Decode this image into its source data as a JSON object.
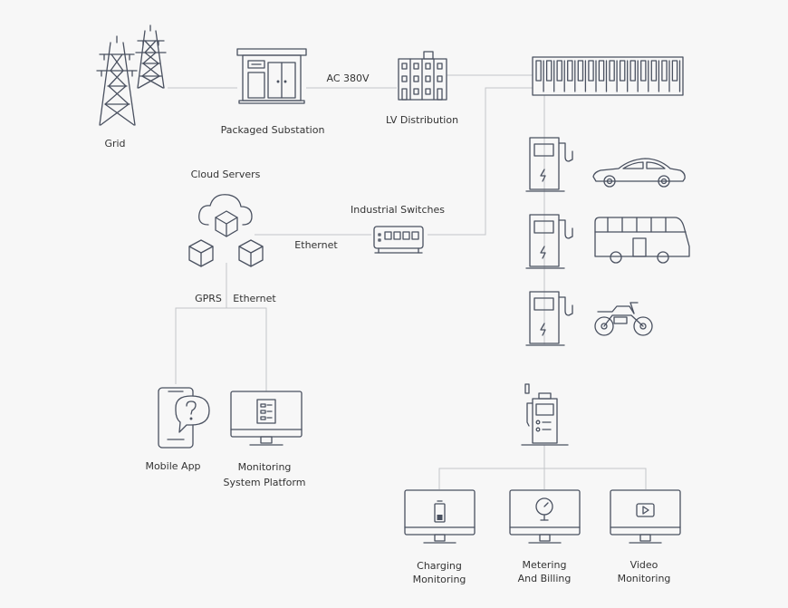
{
  "labels": {
    "grid": "Grid",
    "packaged_substation": "Packaged Substation",
    "ac_380v": "AC 380V",
    "lv_distribution": "LV Distribution",
    "cloud_servers": "Cloud Servers",
    "industrial_switches": "Industrial Switches",
    "ethernet_switch": "Ethernet",
    "gprs": "GPRS",
    "ethernet_platform": "Ethernet",
    "mobile_app": "Mobile App",
    "monitoring_platform_line1": "Monitoring",
    "monitoring_platform_line2": "System Platform",
    "charging_monitoring_line1": "Charging",
    "charging_monitoring_line2": "Monitoring",
    "metering_billing_line1": "Metering",
    "metering_billing_line2": "And Billing",
    "video_monitoring_line1": "Video",
    "video_monitoring_line2": "Monitoring"
  },
  "icons": {
    "grid": "power-tower-icon",
    "substation": "substation-icon",
    "lv_distribution": "building-icon",
    "busbar": "busbar-icon",
    "charger": "charging-pile-icon",
    "car": "car-icon",
    "bus": "bus-icon",
    "motorcycle": "motorcycle-icon",
    "cloud": "cloud-server-icon",
    "switch": "network-switch-icon",
    "phone": "mobile-phone-icon",
    "monitor": "monitor-icon",
    "terminal": "charging-terminal-icon",
    "battery": "battery-icon",
    "gauge": "gauge-icon",
    "play": "play-icon"
  },
  "colors": {
    "background": "#f7f7f7",
    "icon_stroke": "#4a5160",
    "connector": "#c3c5c9"
  }
}
